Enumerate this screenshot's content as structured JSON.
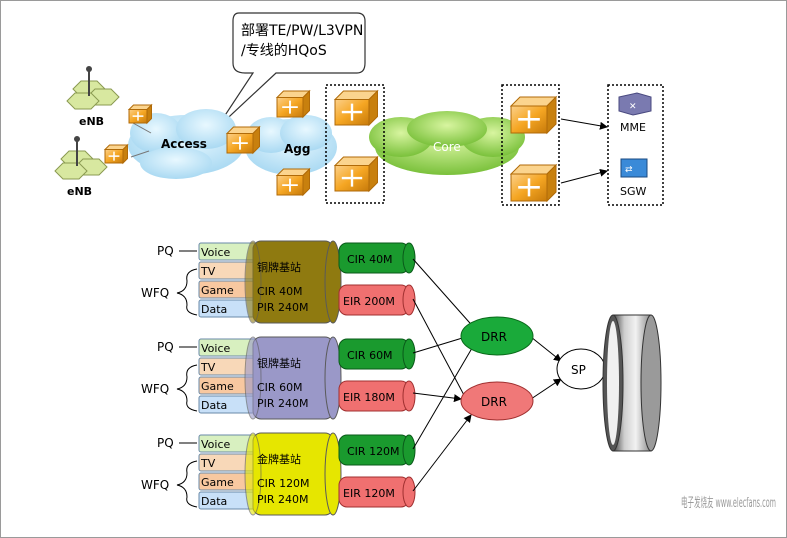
{
  "network": {
    "callout_line1": "部署TE/PW/L3VPN",
    "callout_line2": "/专线的HQoS",
    "enb_top": "eNB",
    "enb_bottom": "eNB",
    "access": "Access",
    "agg": "Agg",
    "core": "Core",
    "mme": "MME",
    "sgw": "SGW"
  },
  "qos": {
    "pq": "PQ",
    "wfq": "WFQ",
    "queues": [
      "Voice",
      "TV",
      "Game",
      "Data"
    ],
    "stations": [
      {
        "name": "铜牌基站",
        "cir": "CIR 40M",
        "pir": "PIR 240M",
        "cir_box": "CIR 40M",
        "eir_box": "EIR 200M",
        "color": "#8f7a10"
      },
      {
        "name": "银牌基站",
        "cir": "CIR 60M",
        "pir": "PIR 240M",
        "cir_box": "CIR 60M",
        "eir_box": "EIR 180M",
        "color": "#9a98c8"
      },
      {
        "name": "金牌基站",
        "cir": "CIR 120M",
        "pir": "PIR 240M",
        "cir_box": "CIR 120M",
        "eir_box": "EIR 120M",
        "color": "#e6e600"
      }
    ],
    "drr_top": "DRR",
    "drr_bottom": "DRR",
    "sp": "SP"
  },
  "watermark": "电子发烧友 www.elecfans.com",
  "colors": {
    "router": "#f5a623",
    "cloud": "#a8d84a",
    "cir_green": "#1a9a2e",
    "eir_red": "#f07070",
    "drr_green": "#1aaa3a",
    "drr_red": "#f07878"
  }
}
